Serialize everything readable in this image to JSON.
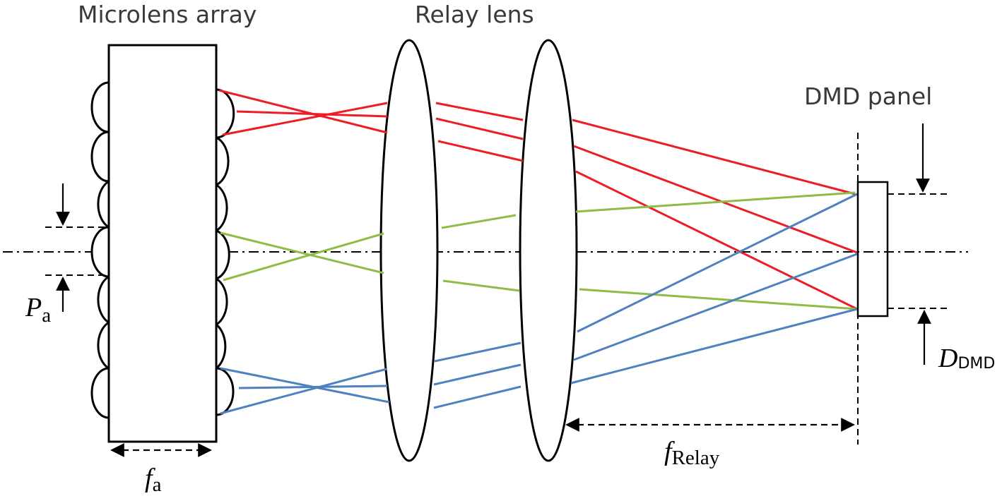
{
  "labels": {
    "microlens_array": "Microlens array",
    "relay_lens": "Relay lens",
    "dmd_panel": "DMD panel",
    "pitch_symbol": "P",
    "pitch_sub": "a",
    "focal_a_symbol": "f",
    "focal_a_sub": "a",
    "focal_relay_symbol": "f",
    "focal_relay_sub": "Relay",
    "dmd_size_symbol": "D",
    "dmd_size_sub": "DMD"
  },
  "colors": {
    "red_rays": "#ee1c24",
    "green_rays": "#8fbc45",
    "blue_rays": "#4f81c0",
    "outline": "#000000"
  }
}
